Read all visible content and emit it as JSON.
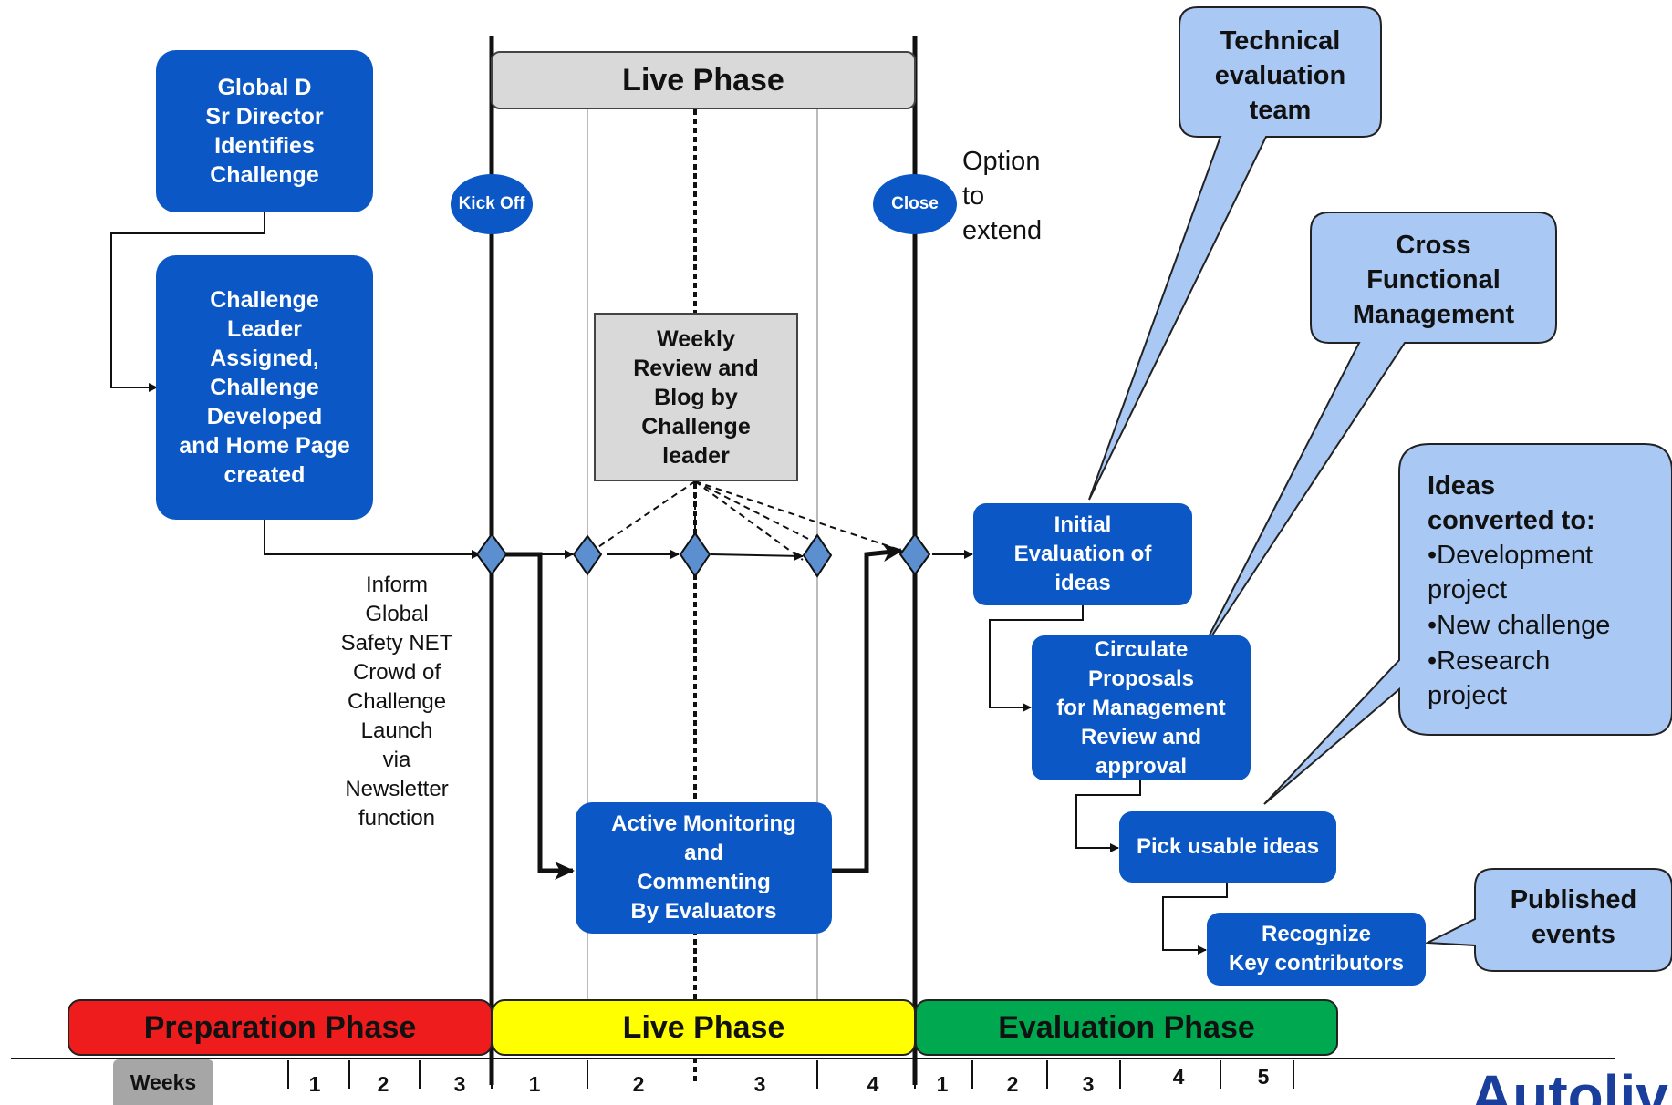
{
  "top_phase": "Live Phase",
  "boxes": {
    "global_director": "Global D\nSr Director\nIdentifies\nChallenge",
    "challenge_leader": "Challenge\nLeader\nAssigned,\nChallenge\nDeveloped\nand Home Page\ncreated",
    "weekly_review": "Weekly\nReview and\nBlog by\nChallenge\nleader",
    "active_monitoring": "Active Monitoring\nand\nCommenting\nBy Evaluators",
    "initial_evaluation": "Initial\nEvaluation of\nideas",
    "circulate_proposals": "Circulate\nProposals\nfor Management\nReview and\napproval",
    "pick_usable": "Pick usable ideas",
    "recognize": "Recognize\nKey contributors"
  },
  "ovals": {
    "kick_off": "Kick Off",
    "close": "Close"
  },
  "option_to_extend": "Option\nto\nextend",
  "inform_text": "Inform\nGlobal\nSafety NET\nCrowd of\nChallenge\nLaunch\nvia\nNewsletter\nfunction",
  "callouts": {
    "technical": "Technical\nevaluation\nteam",
    "cross_functional": "Cross\nFunctional\nManagement",
    "ideas_heading": "Ideas\nconverted to:",
    "ideas_items": [
      "•Development\nproject",
      "•New challenge",
      "•Research\nproject"
    ],
    "published": "Published\nevents"
  },
  "phases": [
    {
      "label": "Preparation Phase",
      "color": "#ee1c1c"
    },
    {
      "label": "Live Phase",
      "color": "#ffff00"
    },
    {
      "label": "Evaluation Phase",
      "color": "#00a94f"
    }
  ],
  "weeks_label": "Weeks",
  "week_numbers": {
    "preparation": [
      "1",
      "2",
      "3"
    ],
    "live": [
      "1",
      "2",
      "3",
      "4"
    ],
    "evaluation": [
      "1",
      "2",
      "3",
      "4",
      "5"
    ]
  },
  "logo_text": "Autoliv",
  "colors": {
    "box_blue": "#0b57c6",
    "callout_blue": "#a9c8f4",
    "diamond": "#5b8fd0",
    "logo": "#1a3e9c"
  }
}
